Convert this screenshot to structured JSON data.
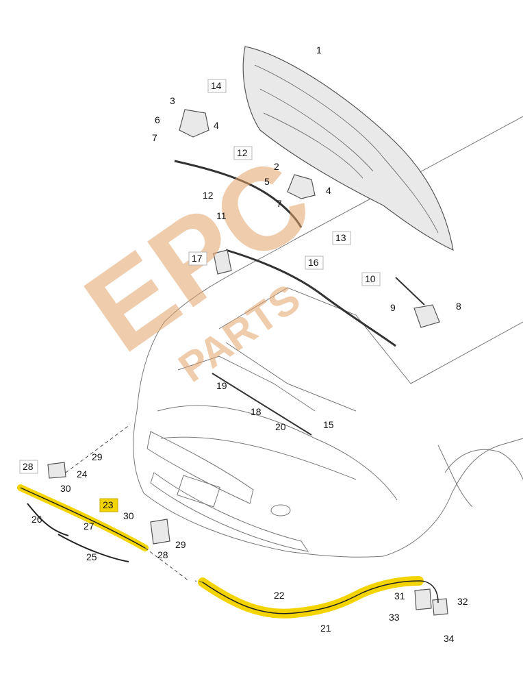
{
  "watermark": {
    "text_big": "EPC",
    "text_small": "PARTS"
  },
  "highlight_color": "#f4d400",
  "watermark_color": "#e3a36a",
  "callouts": [
    {
      "id": "c1",
      "label": "1"
    },
    {
      "id": "c14",
      "label": "14"
    },
    {
      "id": "c3",
      "label": "3"
    },
    {
      "id": "c6",
      "label": "6"
    },
    {
      "id": "c4a",
      "label": "4"
    },
    {
      "id": "c7a",
      "label": "7"
    },
    {
      "id": "c12a",
      "label": "12"
    },
    {
      "id": "c2",
      "label": "2"
    },
    {
      "id": "c5",
      "label": "5"
    },
    {
      "id": "c4b",
      "label": "4"
    },
    {
      "id": "c7b",
      "label": "7"
    },
    {
      "id": "c12b",
      "label": "12"
    },
    {
      "id": "c11",
      "label": "11"
    },
    {
      "id": "c13",
      "label": "13"
    },
    {
      "id": "c17",
      "label": "17"
    },
    {
      "id": "c16",
      "label": "16"
    },
    {
      "id": "c10",
      "label": "10"
    },
    {
      "id": "c9",
      "label": "9"
    },
    {
      "id": "c8",
      "label": "8"
    },
    {
      "id": "c19",
      "label": "19"
    },
    {
      "id": "c18",
      "label": "18"
    },
    {
      "id": "c20",
      "label": "20"
    },
    {
      "id": "c15",
      "label": "15"
    },
    {
      "id": "c28a",
      "label": "28"
    },
    {
      "id": "c29a",
      "label": "29"
    },
    {
      "id": "c24",
      "label": "24"
    },
    {
      "id": "c30a",
      "label": "30"
    },
    {
      "id": "c23",
      "label": "23"
    },
    {
      "id": "c26",
      "label": "26"
    },
    {
      "id": "c27",
      "label": "27"
    },
    {
      "id": "c30b",
      "label": "30"
    },
    {
      "id": "c25",
      "label": "25"
    },
    {
      "id": "c28b",
      "label": "28"
    },
    {
      "id": "c29b",
      "label": "29"
    },
    {
      "id": "c22",
      "label": "22"
    },
    {
      "id": "c21",
      "label": "21"
    },
    {
      "id": "c31",
      "label": "31"
    },
    {
      "id": "c32",
      "label": "32"
    },
    {
      "id": "c33",
      "label": "33"
    },
    {
      "id": "c34",
      "label": "34"
    }
  ]
}
